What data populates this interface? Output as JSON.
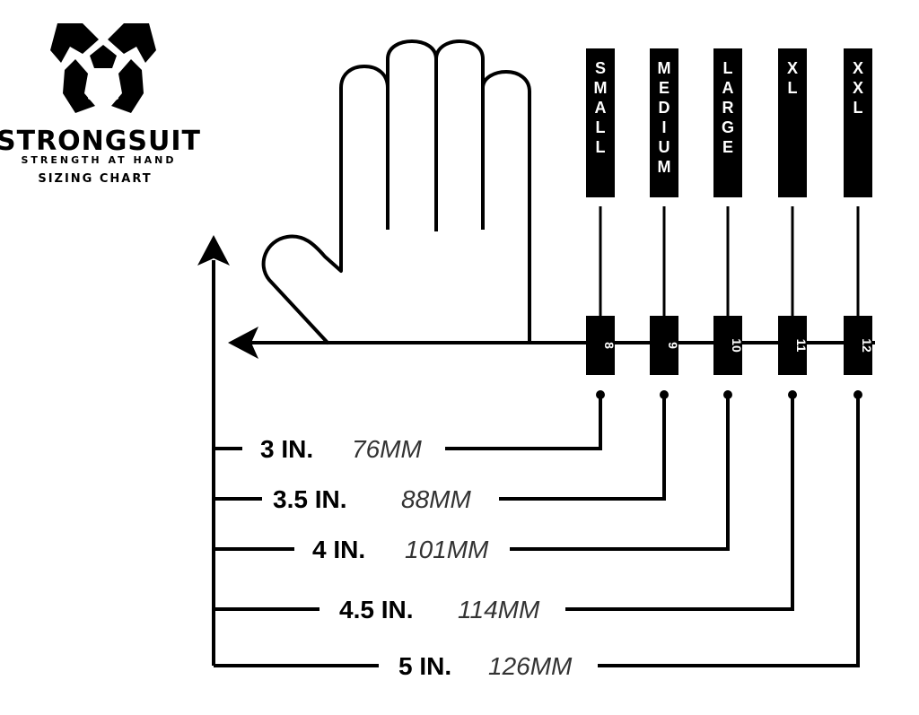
{
  "brand": {
    "name": "STRONGSUIT",
    "tagline": "STRENGTH AT HAND",
    "chart_title": "SIZING CHART"
  },
  "sizes": [
    {
      "name": "SMALL",
      "number": "8"
    },
    {
      "name": "MEDIUM",
      "number": "9"
    },
    {
      "name": "LARGE",
      "number": "10"
    },
    {
      "name": "XL",
      "number": "11"
    },
    {
      "name": "XXL",
      "number": "12"
    }
  ],
  "measurements": [
    {
      "inches": "3 IN.",
      "mm": "76MM"
    },
    {
      "inches": "3.5 IN.",
      "mm": "88MM"
    },
    {
      "inches": "4 IN.",
      "mm": "101MM"
    },
    {
      "inches": "4.5 IN.",
      "mm": "114MM"
    },
    {
      "inches": "5 IN.",
      "mm": "126MM"
    }
  ]
}
